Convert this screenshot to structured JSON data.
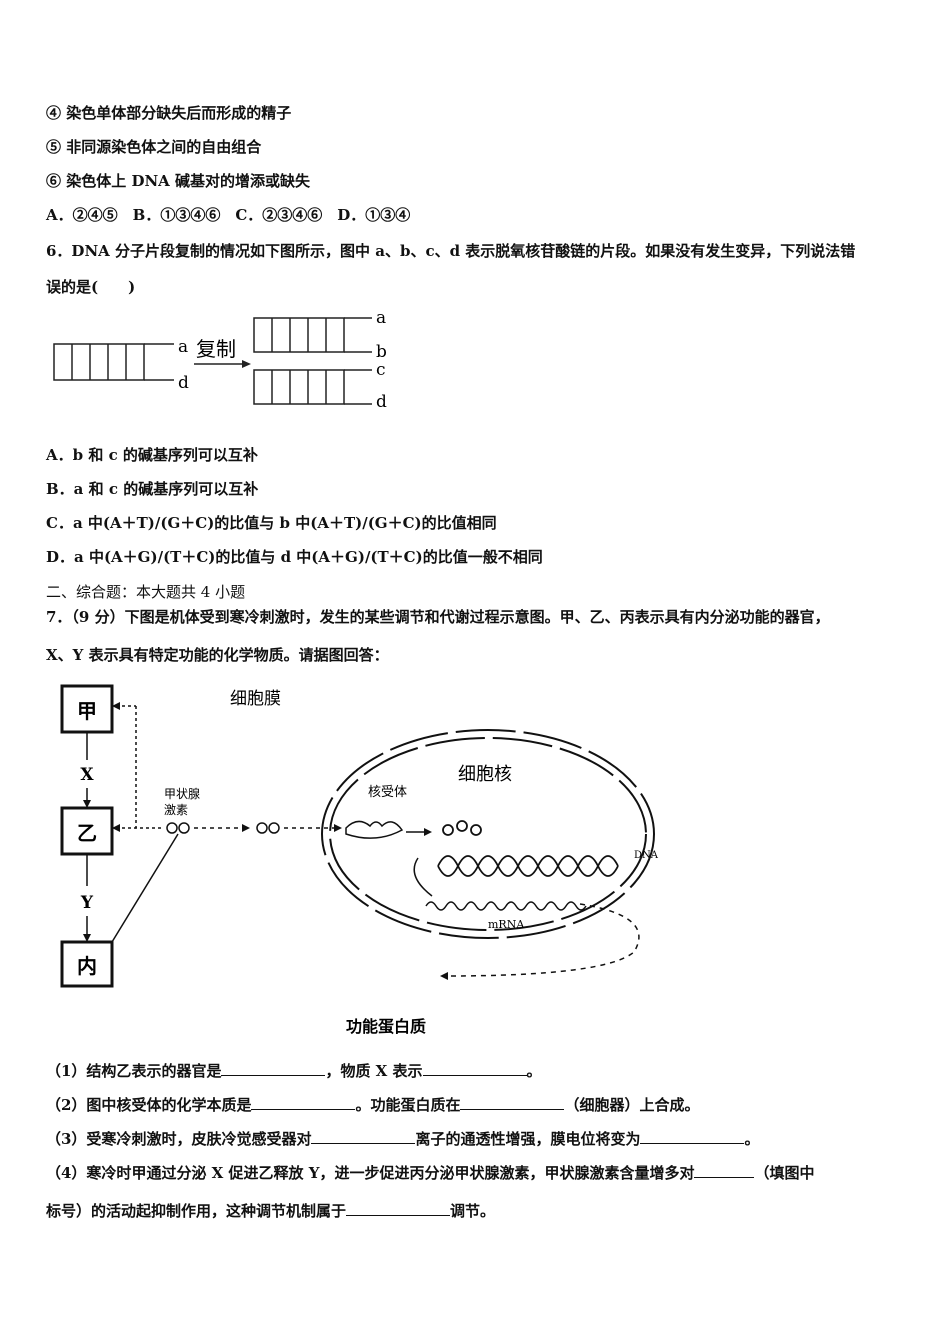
{
  "q5_items": [
    "④ 染色单体部分缺失后而形成的精子",
    "⑤ 非同源染色体之间的自由组合",
    "⑥ 染色体上 DNA 碱基对的增添或缺失"
  ],
  "q5_options": "A．②④⑤　B．①③④⑥　C．②③④⑥　D．①③④",
  "q6": {
    "stem_line1": "6．DNA 分子片段复制的情况如下图所示，图中 a、b、c、d 表示脱氧核苷酸链的片段。如果没有发生变异，下列说法错",
    "stem_line2": "误的是(　　)",
    "figure": {
      "arrow_label": "复制",
      "left_labels": [
        "a",
        "d"
      ],
      "right_labels": [
        "a",
        "b",
        "c",
        "d"
      ]
    },
    "options": [
      "A．b 和 c 的碱基序列可以互补",
      "B．a 和 c 的碱基序列可以互补",
      "C．a 中(A＋T)/(G＋C)的比值与 b 中(A＋T)/(G＋C)的比值相同",
      "D．a 中(A＋G)/(T＋C)的比值与 d 中(A＋G)/(T＋C)的比值一般不相同"
    ]
  },
  "section2_title": "二、综合题：本大题共 4 小题",
  "q7": {
    "stem_line1": "7．（9 分）下图是机体受到寒冷刺激时，发生的某些调节和代谢过程示意图。甲、乙、丙表示具有内分泌功能的器官，",
    "stem_line2": "X、Y 表示具有特定功能的化学物质。请据图回答：",
    "figure": {
      "box_jia": "甲",
      "box_yi": "乙",
      "box_bing": "内",
      "label_x": "X",
      "label_y": "Y",
      "thyroid_label_1": "甲状腺",
      "thyroid_label_2": "激素",
      "membrane_label": "细胞膜",
      "nucleus_label": "细胞核",
      "receptor_label": "核受体",
      "dna_label": "DNA",
      "mrna_label": "mRNA",
      "protein_label": "功能蛋白质"
    },
    "sub1": {
      "a": "（1）结构乙表示的器官是",
      "b": "，物质 X 表示",
      "c": "。"
    },
    "sub2": {
      "a": "（2）图中核受体的化学本质是",
      "b": "。功能蛋白质在",
      "c": "（细胞器）上合成。"
    },
    "sub3": {
      "a": "（3）受寒冷刺激时，皮肤冷觉感受器对",
      "b": "离子的通透性增强，膜电位将变为",
      "c": "。"
    },
    "sub4": {
      "a": "（4）寒冷时甲通过分泌 X 促进乙释放 Y，进一步促进丙分泌甲状腺激素，甲状腺激素含量增多对",
      "b": "（填图中",
      "c": "标号）的活动起抑制作用，这种调节机制属于",
      "d": "调节。"
    }
  }
}
